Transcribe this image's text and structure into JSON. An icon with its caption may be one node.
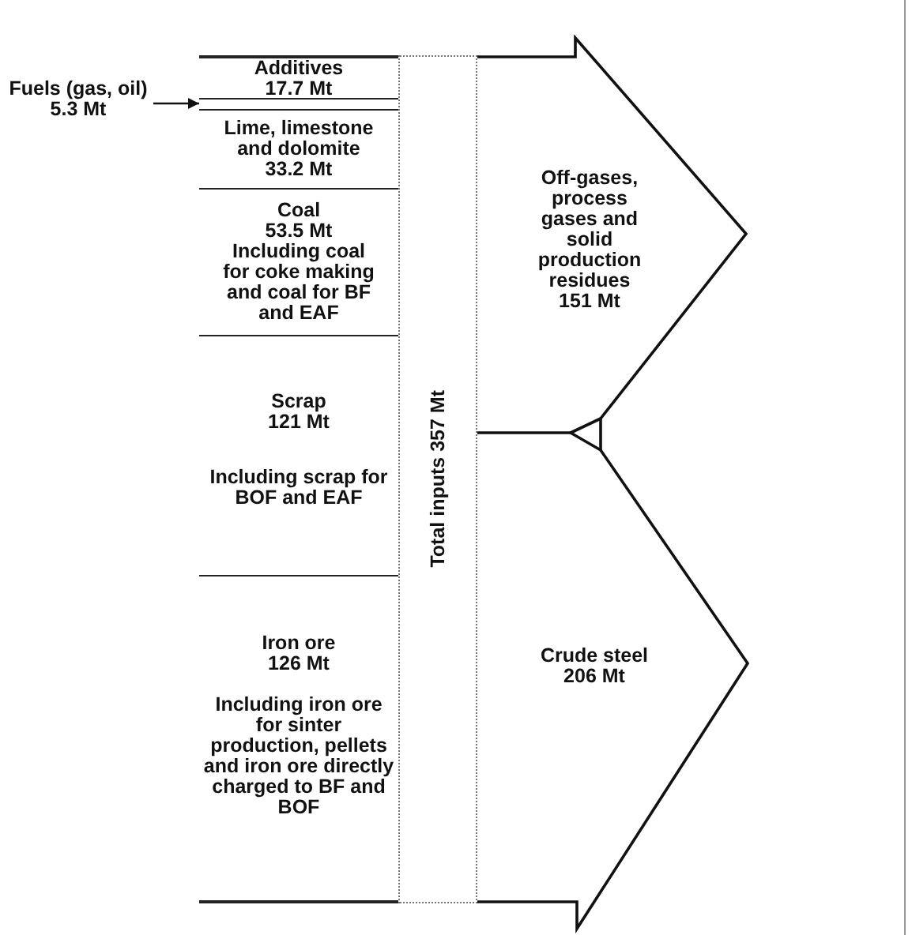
{
  "diagram": {
    "nodes": [
      {
        "text": [
          "Fuels (gas, oil) 5.3 Mt"
        ]
      },
      {
        "text": [
          "Additives 17.7 Mt"
        ]
      },
      {
        "text": [],
        "shape": "bar"
      },
      {
        "text": [
          "Lime, limestone and dolomite 33.2 Mt"
        ]
      },
      {
        "text": [
          "Coal 53.5 Mt",
          "Including coal for coke making and coal for BF and EAF"
        ]
      },
      {
        "text": [
          "Scrap 121 Mt",
          "Including scrap for BOF and EAF"
        ]
      },
      {
        "text": [
          "Iron ore 126 Mt",
          "Including iron ore for sinter production, pellets and iron ore directly charged to BF and BOF"
        ]
      },
      {
        "text": [
          "Total inputs 357 Mt"
        ]
      },
      {
        "text": [
          "Off-gases, process gases and solid production residues 151 Mt"
        ]
      },
      {
        "text": [
          "Crude steel 206 Mt"
        ]
      }
    ],
    "edges": [
      {
        "from": 0,
        "to": 2,
        "arrow": "to"
      }
    ]
  }
}
